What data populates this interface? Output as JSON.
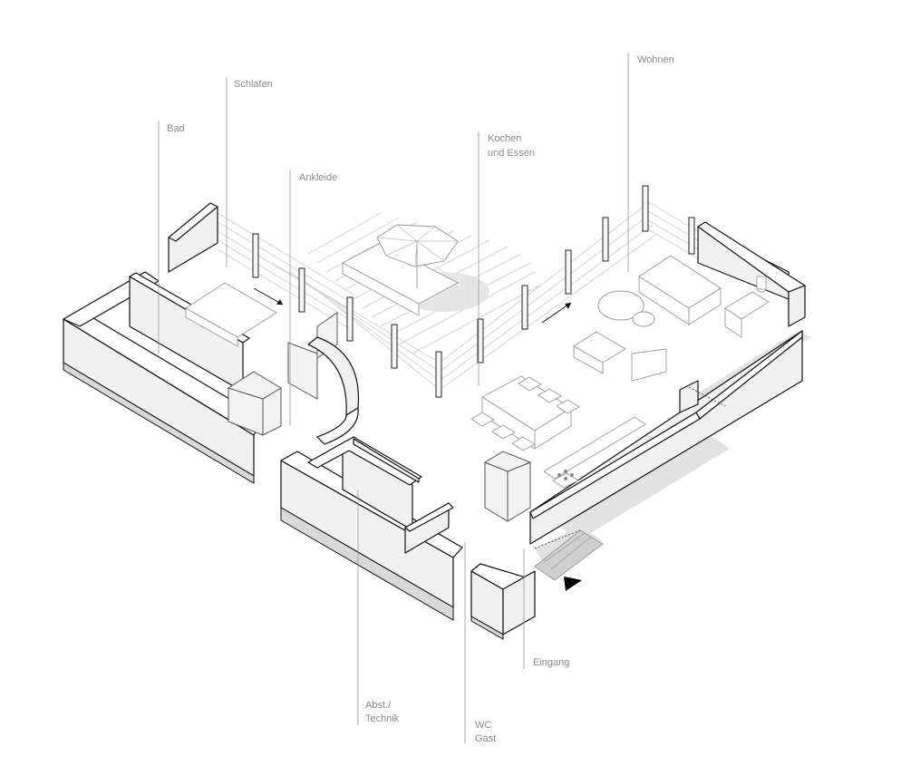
{
  "labels": {
    "bad": "Bad",
    "schlafen": "Schlafen",
    "ankleide": "Ankleide",
    "kochen": "Kochen",
    "und_essen": "und Essen",
    "wohnen": "Wohnen",
    "eingang": "Eingang",
    "abst": "Abst./",
    "technik": "Technik",
    "wc": "WC",
    "gast": "Gast"
  },
  "colors": {
    "label_text": "#8a8a8a",
    "outline": "#111111",
    "shadow": "#e2e2e2",
    "hatch": "#d4d4d4"
  }
}
